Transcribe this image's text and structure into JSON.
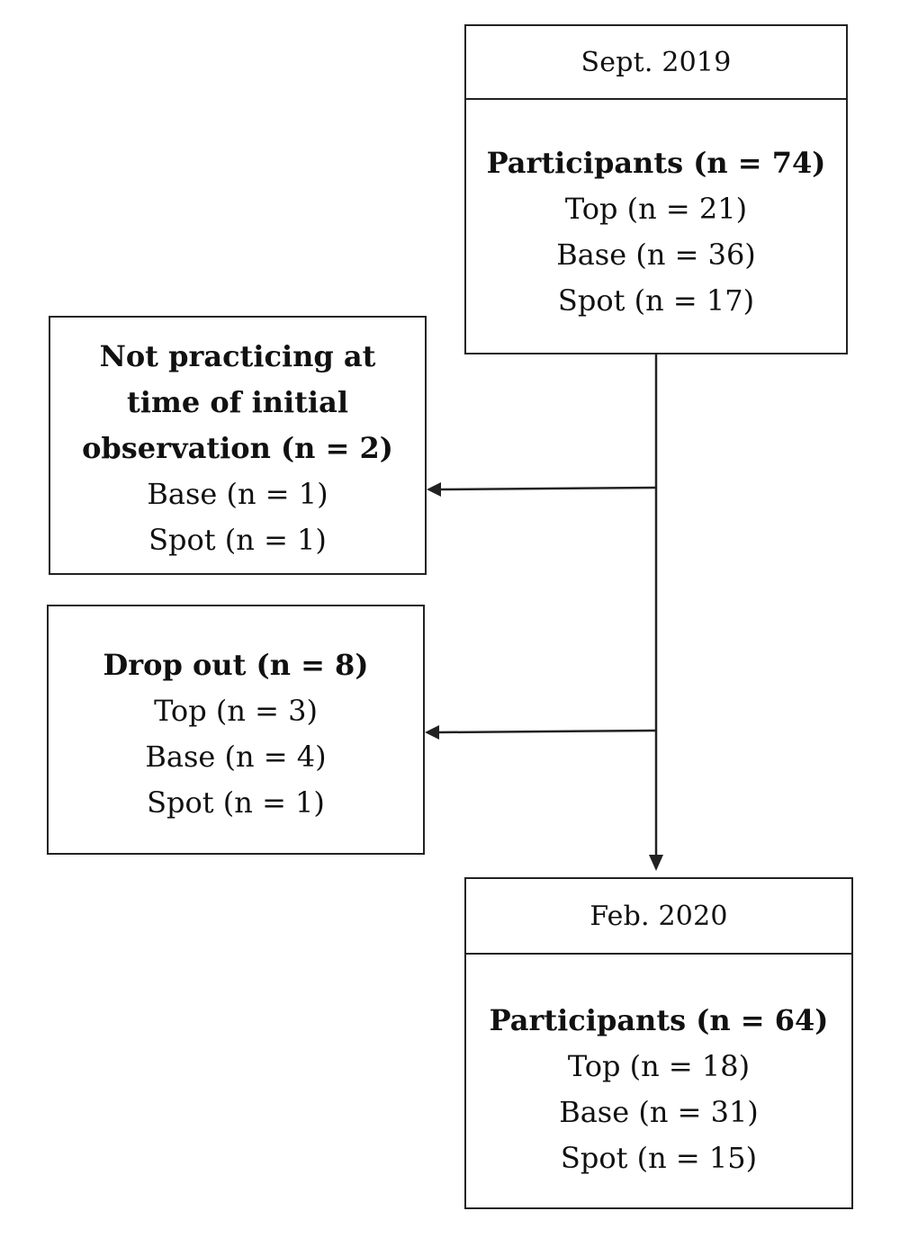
{
  "sept_box": {
    "header": "Sept. 2019",
    "title": "Participants (n = 74)",
    "lines": [
      "Top (n = 21)",
      "Base (n = 36)",
      "Spot (n = 17)"
    ]
  },
  "not_practicing_box": {
    "title_lines": [
      "Not practicing at",
      "time of initial",
      "observation (n = 2)"
    ],
    "lines": [
      "Base (n = 1)",
      "Spot (n = 1)"
    ]
  },
  "dropout_box": {
    "title": "Drop out (n = 8)",
    "lines": [
      "Top (n = 3)",
      "Base (n = 4)",
      "Spot (n = 1)"
    ]
  },
  "feb_box": {
    "header": "Feb. 2020",
    "title": "Participants (n = 64)",
    "lines": [
      "Top (n = 18)",
      "Base (n = 31)",
      "Spot (n = 15)"
    ]
  }
}
